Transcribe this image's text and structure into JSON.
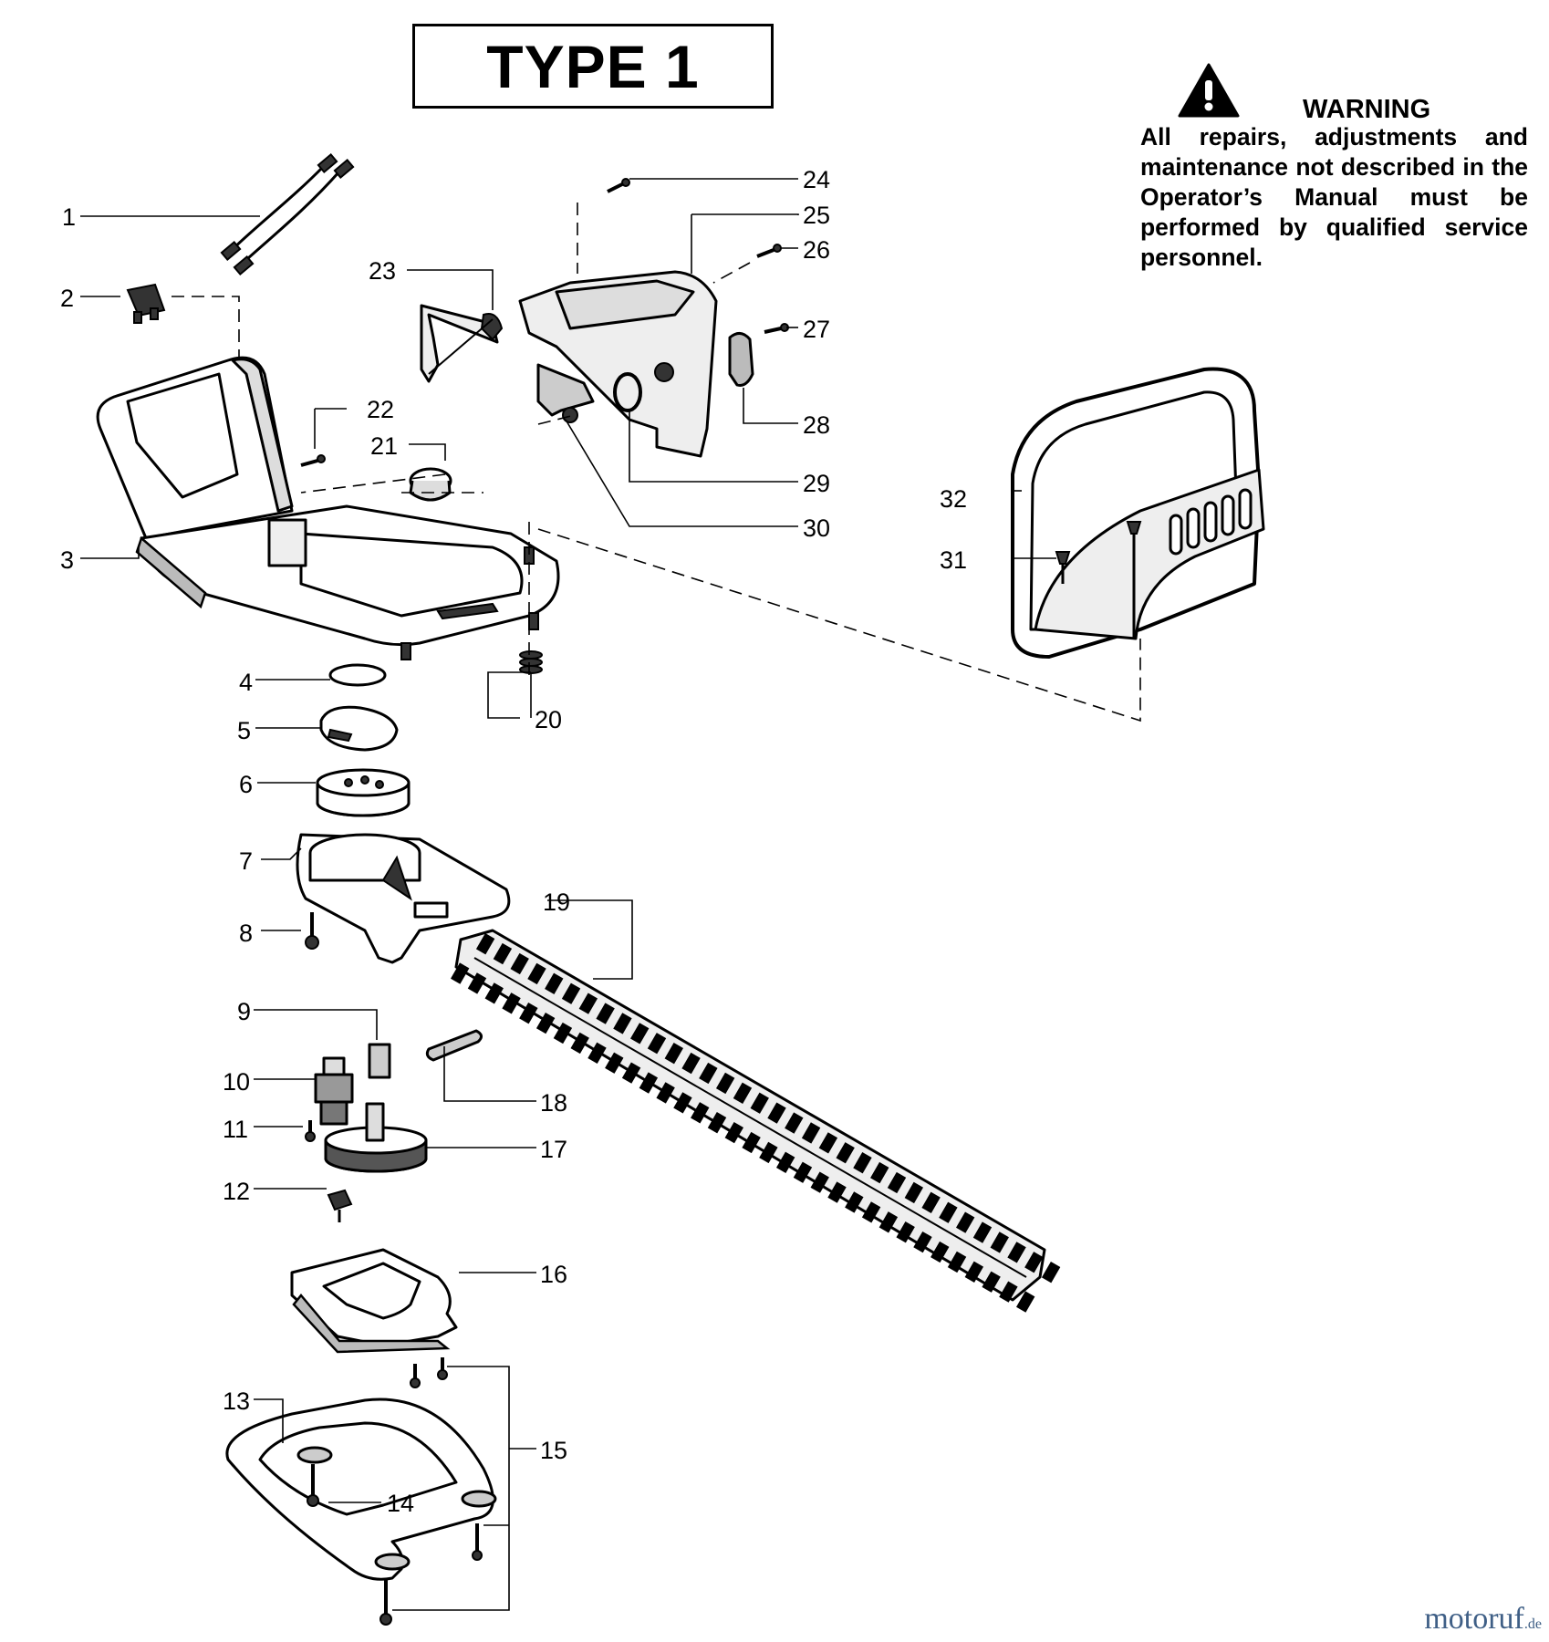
{
  "title": "TYPE 1",
  "warning": {
    "heading": "WARNING",
    "text": "All repairs, adjustments and maintenance not described in the Operator’s Manual must be performed by qualified service personnel."
  },
  "parts": [
    {
      "num": "1",
      "part": "power-cord-wire"
    },
    {
      "num": "2",
      "part": "switch"
    },
    {
      "num": "3",
      "part": "rear-handle-housing"
    },
    {
      "num": "4",
      "part": "washer"
    },
    {
      "num": "5",
      "part": "motor-bracket"
    },
    {
      "num": "6",
      "part": "bearing-cup"
    },
    {
      "num": "7",
      "part": "gear-housing"
    },
    {
      "num": "8",
      "part": "screw"
    },
    {
      "num": "9",
      "part": "bushing"
    },
    {
      "num": "10",
      "part": "motor-shaft"
    },
    {
      "num": "11",
      "part": "screw"
    },
    {
      "num": "12",
      "part": "nut"
    },
    {
      "num": "13",
      "part": "base-plate-frame"
    },
    {
      "num": "14",
      "part": "screw"
    },
    {
      "num": "15",
      "part": "screws"
    },
    {
      "num": "16",
      "part": "gear-cover"
    },
    {
      "num": "17",
      "part": "gear"
    },
    {
      "num": "18",
      "part": "slider"
    },
    {
      "num": "19",
      "part": "blade"
    },
    {
      "num": "20",
      "part": "spring"
    },
    {
      "num": "21",
      "part": "plug"
    },
    {
      "num": "22",
      "part": "screw"
    },
    {
      "num": "23",
      "part": "lever"
    },
    {
      "num": "24",
      "part": "screw"
    },
    {
      "num": "25",
      "part": "handle-cover"
    },
    {
      "num": "26",
      "part": "screw"
    },
    {
      "num": "27",
      "part": "screw"
    },
    {
      "num": "28",
      "part": "latch"
    },
    {
      "num": "29",
      "part": "spring"
    },
    {
      "num": "30",
      "part": "lock-button"
    },
    {
      "num": "31",
      "part": "screw"
    },
    {
      "num": "32",
      "part": "front-handle"
    }
  ],
  "brand": {
    "name": "motoruf",
    "suffix": ".de"
  },
  "colors": {
    "ink": "#000000",
    "brand": "#3f5f86"
  }
}
